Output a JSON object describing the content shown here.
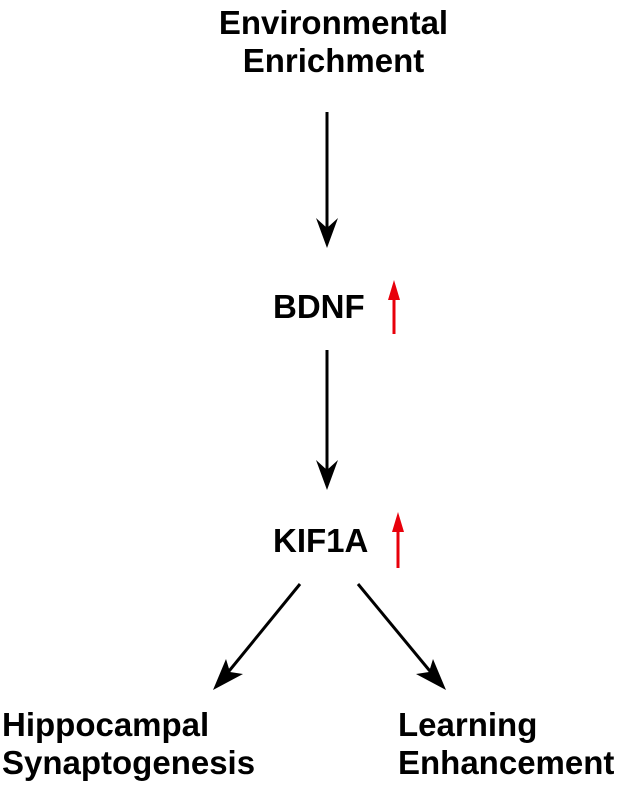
{
  "nodes": {
    "environmental_enrichment": {
      "line1": "Environmental",
      "line2": "Enrichment"
    },
    "bdnf": {
      "label": "BDNF",
      "indicator": "up-arrow-icon"
    },
    "kif1a": {
      "label": "KIF1A",
      "indicator": "up-arrow-icon"
    },
    "hippocampal_synaptogenesis": {
      "line1": "Hippocampal",
      "line2": "Synaptogenesis"
    },
    "learning_enhancement": {
      "line1": "Learning",
      "line2": "Enhancement"
    }
  },
  "colors": {
    "arrow": "#000000",
    "increase_indicator": "#e8000b",
    "text": "#000000",
    "background": "#ffffff"
  }
}
